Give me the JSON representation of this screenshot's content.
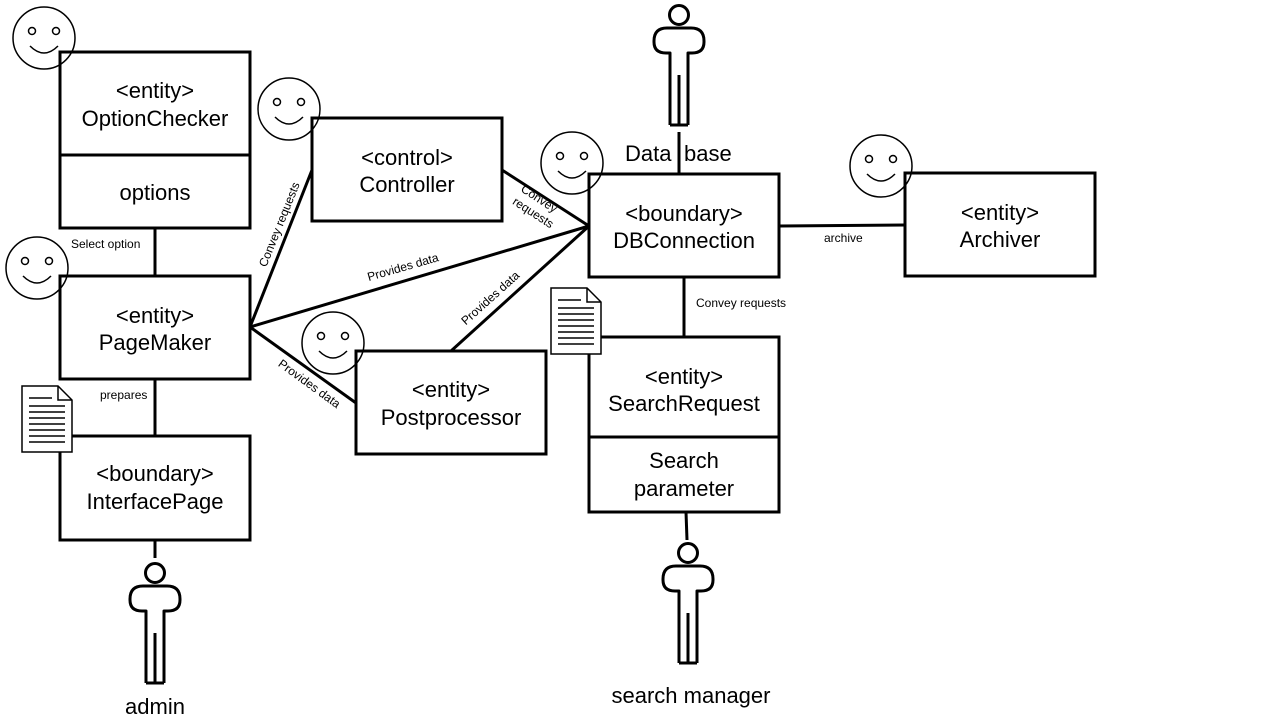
{
  "diagram": {
    "boxes": {
      "option_checker": {
        "stereotype": "<entity>",
        "name": "OptionChecker",
        "section": "options"
      },
      "controller": {
        "stereotype": "<control>",
        "name": "Controller"
      },
      "db_connection": {
        "stereotype": "<boundary>",
        "name": "DBConnection"
      },
      "archiver": {
        "stereotype": "<entity>",
        "name": "Archiver"
      },
      "page_maker": {
        "stereotype": "<entity>",
        "name": "PageMaker"
      },
      "postprocessor": {
        "stereotype": "<entity>",
        "name": "Postprocessor"
      },
      "search_request": {
        "stereotype": "<entity>",
        "name": "SearchRequest",
        "section_line1": "Search",
        "section_line2": "parameter"
      },
      "interface_page": {
        "stereotype": "<boundary>",
        "name": "InterfacePage"
      }
    },
    "actors": {
      "database": {
        "label_part1": "Data",
        "label_part2": "base"
      },
      "admin": {
        "label": "admin"
      },
      "search_manager": {
        "label": "search manager"
      }
    },
    "edge_labels": {
      "select_option": "Select option",
      "prepares": "prepares",
      "convey_requests_pm_ctrl": "Convey requests",
      "convey_ctrl_db_line1": "Convey",
      "convey_ctrl_db_line2": "requests",
      "provides_data_pm_db": "Provides data",
      "provides_data_post_db": "Provides data",
      "provides_data_pm_post": "Provides data",
      "archive": "archive",
      "convey_requests_db_sr": "Convey requests"
    },
    "icons": [
      "smiley-icon",
      "document-icon",
      "stick-figure-icon"
    ]
  }
}
